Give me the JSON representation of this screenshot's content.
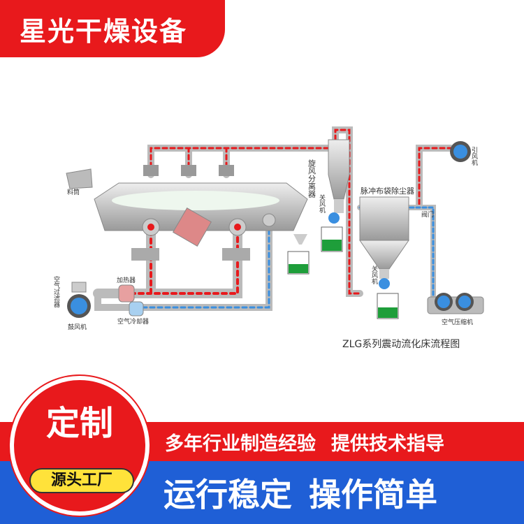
{
  "brand": {
    "title": "星光干燥设备"
  },
  "diagram": {
    "caption": "ZLG系列震动流化床流程图",
    "labels": {
      "hopper": "料筒",
      "air_filter": "空气过滤器",
      "blower": "鼓风机",
      "heater": "加热器",
      "air_cooler": "空气冷却器",
      "cyclone": "旋风分离器",
      "rotary_valve_1": "关风机",
      "rotary_valve_2": "关风机",
      "bag_filter": "脉冲布袋除尘器",
      "valve": "阀门",
      "induced_fan": "引风机",
      "air_compressor": "空气压缩机"
    }
  },
  "badge": {
    "main": "定制",
    "sub": "源头工厂"
  },
  "slogans": {
    "line1_a": "多年行业制造经验",
    "line1_b": "提供技术指导",
    "line2_a": "运行稳定",
    "line2_b": "操作简单"
  },
  "colors": {
    "red": "#e8191c",
    "blue": "#1f5fd6",
    "yellow": "#ffe23a",
    "green": "#1e9e3a"
  }
}
